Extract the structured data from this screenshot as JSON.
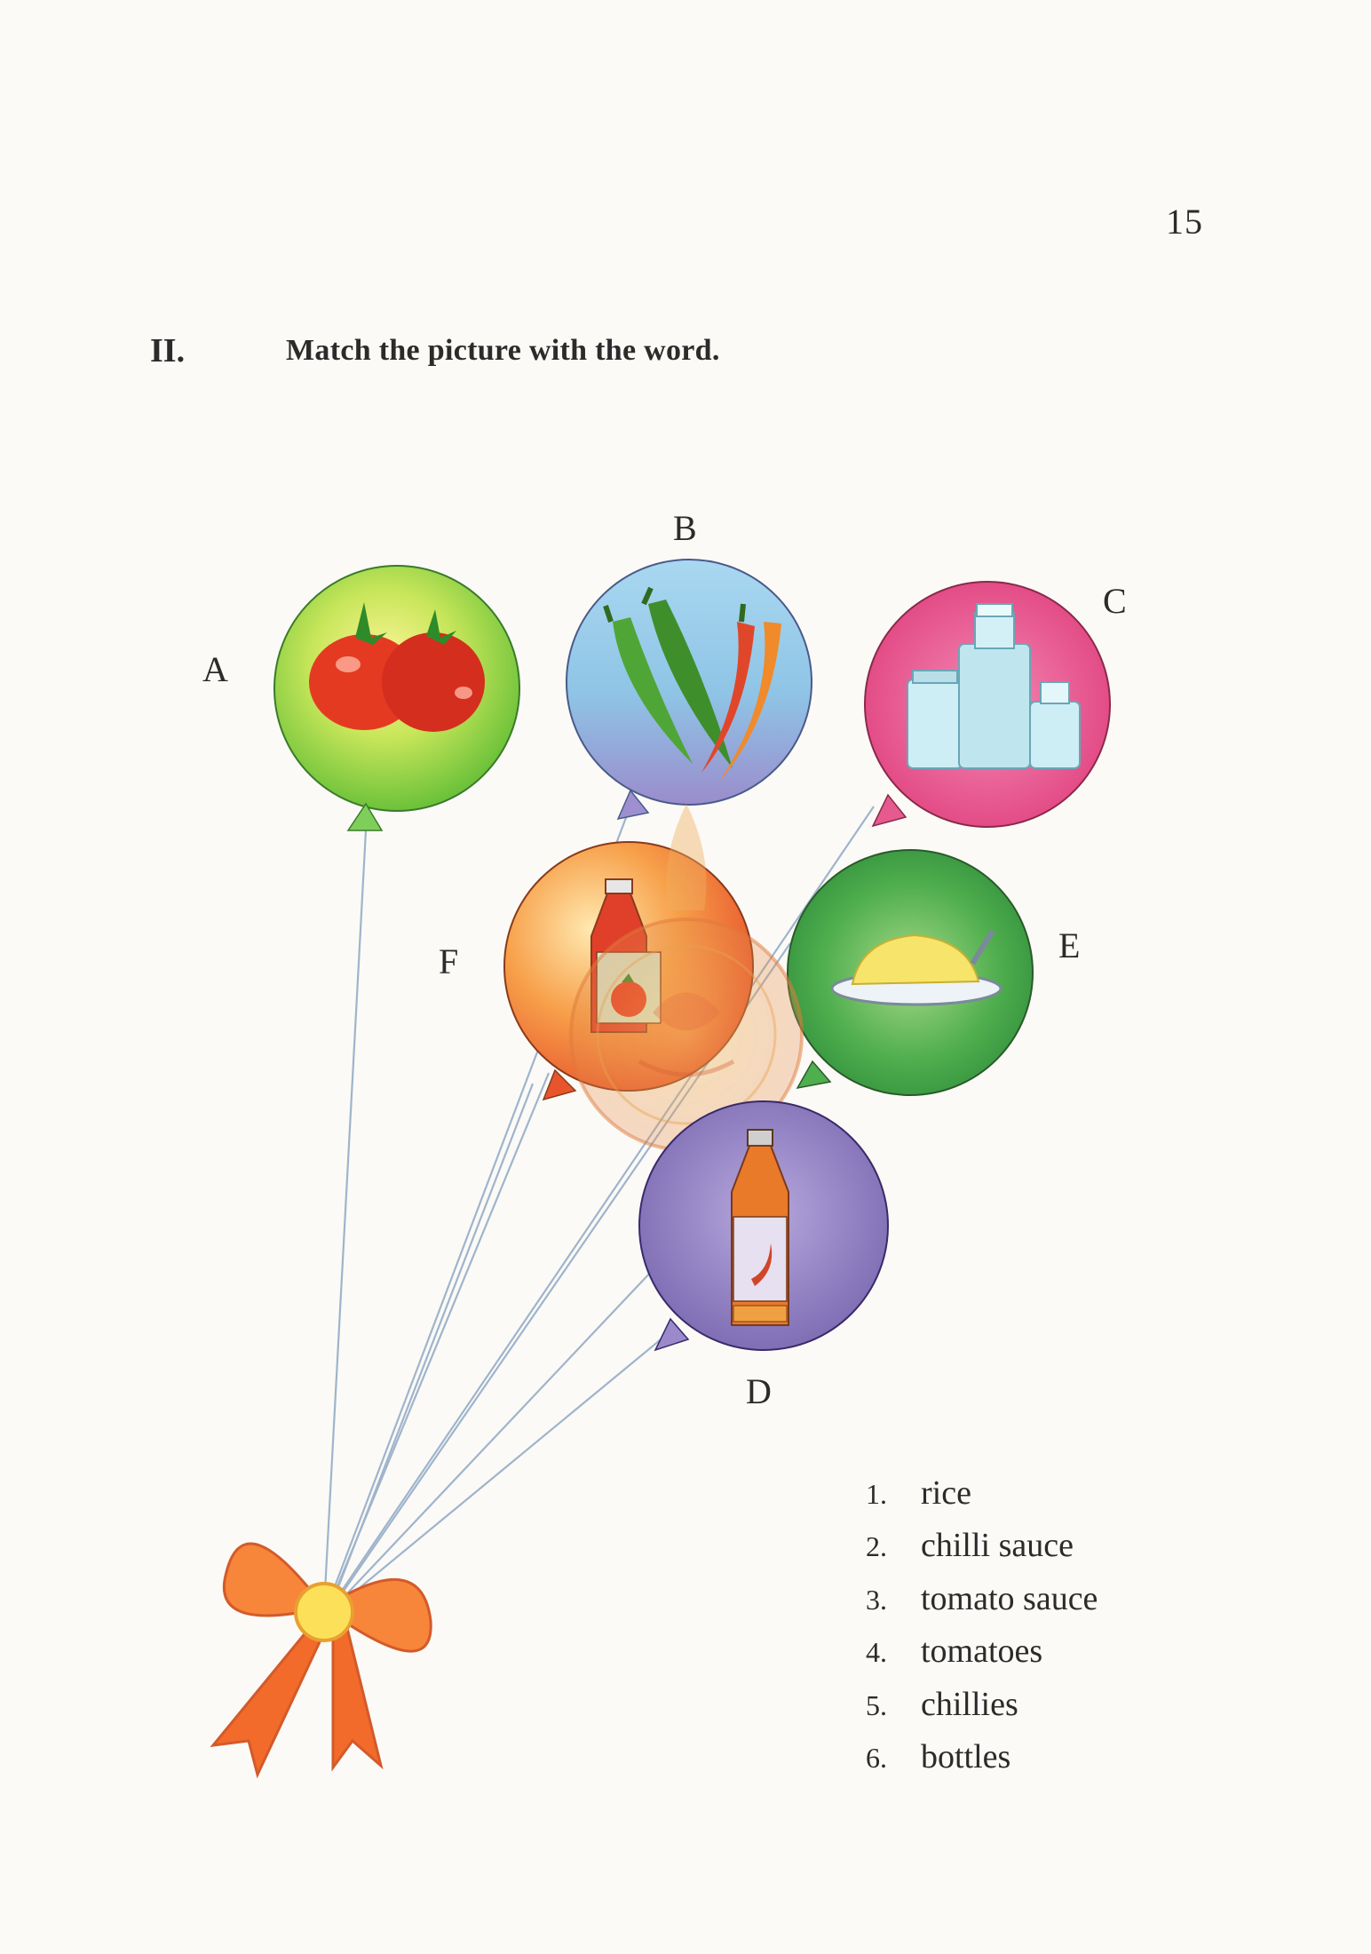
{
  "page_number": "15",
  "section": {
    "number": "II.",
    "instruction": "Match the picture with the word."
  },
  "balloons": [
    {
      "letter": "A",
      "icon": "tomatoes-icon",
      "color": "#8fd14a"
    },
    {
      "letter": "B",
      "icon": "chillies-icon",
      "color": "#8fc4e6"
    },
    {
      "letter": "C",
      "icon": "bottles-icon",
      "color": "#e8508a"
    },
    {
      "letter": "D",
      "icon": "chilli-sauce-bottle-icon",
      "color": "#8f7fc0"
    },
    {
      "letter": "E",
      "icon": "rice-plate-icon",
      "color": "#3f9f45"
    },
    {
      "letter": "F",
      "icon": "tomato-sauce-bottle-icon",
      "color": "#f08a3a"
    }
  ],
  "words": [
    {
      "num": "1.",
      "word": "rice"
    },
    {
      "num": "2.",
      "word": "chilli sauce"
    },
    {
      "num": "3.",
      "word": "tomato sauce"
    },
    {
      "num": "4.",
      "word": "tomatoes"
    },
    {
      "num": "5.",
      "word": "chillies"
    },
    {
      "num": "6.",
      "word": "bottles"
    }
  ],
  "decorations": {
    "bow": "ribbon-bow-icon",
    "watermark": "seal-watermark"
  }
}
